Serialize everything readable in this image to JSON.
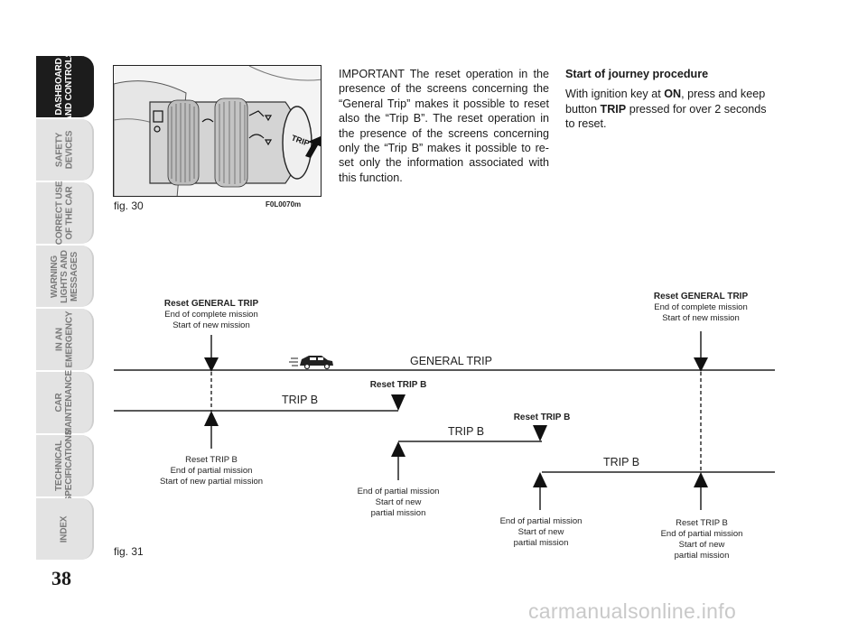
{
  "sidebar": {
    "tabs": [
      {
        "label": "DASHBOARD\nAND CONTROLS",
        "active": true
      },
      {
        "label": "SAFETY\nDEVICES",
        "active": false
      },
      {
        "label": "CORRECT USE\nOF THE CAR",
        "active": false
      },
      {
        "label": "WARNING\nLIGHTS AND\nMESSAGES",
        "active": false
      },
      {
        "label": "IN AN\nEMERGENCY",
        "active": false
      },
      {
        "label": "CAR\nMAINTENANCE",
        "active": false
      },
      {
        "label": "TECHNICAL\nSPECIFICATIONS",
        "active": false
      },
      {
        "label": "INDEX",
        "active": false
      }
    ],
    "page_number": "38"
  },
  "figure30": {
    "label": "fig. 30",
    "code": "F0L0070m",
    "button_text": "TRIP"
  },
  "figure31": {
    "label": "fig. 31"
  },
  "col2": {
    "paragraph": "IMPORTANT The reset operation in the presence of the screens concerning the “General Trip” makes it possible to reset also the “Trip B”. The reset operation in the presence of the screens concerning only the “Trip B” makes it possible to re-set only the information associated with this function."
  },
  "col3": {
    "heading": "Start of journey procedure",
    "text_1": "With ignition key at ",
    "key_on": "ON",
    "text_2": ", press and keep button ",
    "key_trip": "TRIP",
    "text_3": " pressed for over 2 seconds to reset."
  },
  "diagram": {
    "general_trip_label": "GENERAL TRIP",
    "tripb_label": "TRIP B",
    "reset_prefix": "Reset ",
    "general_trip_bold": "GENERAL TRIP",
    "trip_b_bold": "TRIP B",
    "end_complete": "End of complete mission",
    "start_new": "Start of new mission",
    "reset_trip_b": "Reset TRIP B",
    "end_partial": "End of partial mission",
    "start_new_partial": "Start of new partial mission",
    "start_of_new": "Start of new",
    "partial_mission": "partial mission"
  },
  "watermark": "carmanualsonline.info",
  "colors": {
    "tab_active": "#1c1c1c",
    "tab_inactive": "#e3e3e3",
    "line": "#222222"
  }
}
